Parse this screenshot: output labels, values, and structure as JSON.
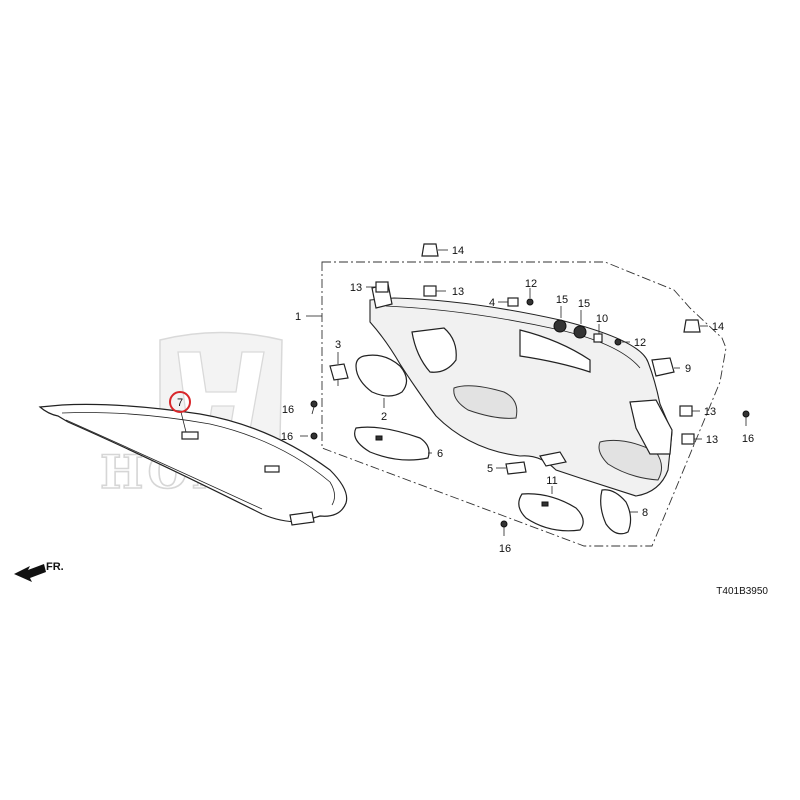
{
  "watermark": {
    "brand": "HONDA"
  },
  "diagram_code": "T401B3950",
  "direction": {
    "label": "FR."
  },
  "highlight_color": "#d8262a",
  "callouts": {
    "c1": "1",
    "c2": "2",
    "c3": "3",
    "c4": "4",
    "c5": "5",
    "c6": "6",
    "c7": "7",
    "c8": "8",
    "c9": "9",
    "c10": "10",
    "c11": "11",
    "c12a": "12",
    "c12b": "12",
    "c13a": "13",
    "c13b": "13",
    "c13c": "13",
    "c13d": "13",
    "c14a": "14",
    "c14b": "14",
    "c15a": "15",
    "c15b": "15",
    "c16a": "16",
    "c16b": "16",
    "c16c": "16",
    "c16d": "16"
  }
}
